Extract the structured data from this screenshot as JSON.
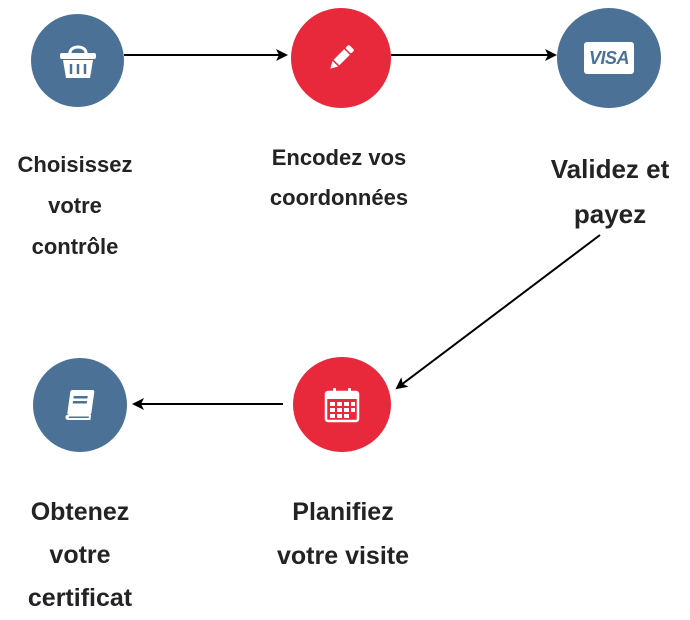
{
  "steps": [
    {
      "lines": [
        "Choisissez",
        "votre",
        "contrôle"
      ],
      "icon": "basket-icon",
      "color": "#4b7196"
    },
    {
      "lines": [
        "Encodez vos",
        "coordonnées"
      ],
      "icon": "pencil-icon",
      "color": "#e8283b"
    },
    {
      "lines": [
        "Validez et",
        "payez"
      ],
      "icon": "visa-card-icon",
      "icon_text": "VISA",
      "color": "#4b7196"
    },
    {
      "lines": [
        "Planifiez",
        "votre visite"
      ],
      "icon": "calendar-icon",
      "color": "#e8283b"
    },
    {
      "lines": [
        "Obtenez",
        "votre",
        "certificat"
      ],
      "icon": "book-icon",
      "color": "#4b7196"
    }
  ],
  "colors": {
    "blue": "#4b7196",
    "red": "#e8283b",
    "text": "#232323",
    "arrow": "#000000"
  }
}
